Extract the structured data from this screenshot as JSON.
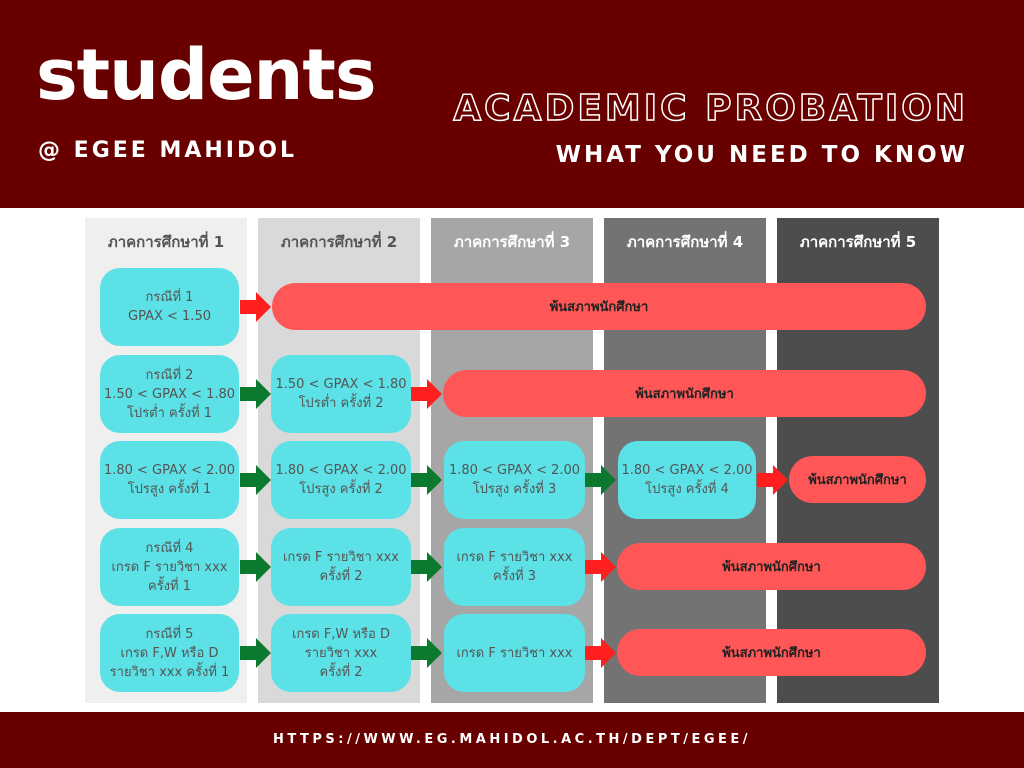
{
  "header": {
    "brand": "students",
    "subtitle": "@ EGEE MAHIDOL",
    "title": "ACADEMIC PROBATION",
    "tagline": "WHAT YOU NEED TO KNOW"
  },
  "columns": [
    "ภาคการศึกษาที่ 1",
    "ภาคการศึกษาที่ 2",
    "ภาคการศึกษาที่ 3",
    "ภาคการศึกษาที่ 4",
    "ภาคการศึกษาที่ 5"
  ],
  "rows": [
    {
      "boxes": [
        [
          "กรณีที่ 1",
          "GPAX < 1.50"
        ]
      ],
      "result": "พ้นสภาพนักศึกษา"
    },
    {
      "boxes": [
        [
          "กรณีที่ 2",
          "1.50 < GPAX < 1.80",
          "โปรต่ำ ครั้งที่ 1"
        ],
        [
          "1.50 < GPAX < 1.80",
          "โปรต่ำ ครั้งที่ 2"
        ]
      ],
      "result": "พ้นสภาพนักศึกษา"
    },
    {
      "boxes": [
        [
          "1.80 < GPAX < 2.00",
          "โปรสูง ครั้งที่ 1"
        ],
        [
          "1.80 < GPAX < 2.00",
          "โปรสูง ครั้งที่ 2"
        ],
        [
          "1.80 < GPAX < 2.00",
          "โปรสูง ครั้งที่ 3"
        ],
        [
          "1.80 < GPAX < 2.00",
          "โปรสูง ครั้งที่ 4"
        ]
      ],
      "result": "พ้นสภาพนักศึกษา"
    },
    {
      "boxes": [
        [
          "กรณีที่ 4",
          "เกรด F รายวิชา xxx",
          "ครั้งที่ 1"
        ],
        [
          "เกรด F รายวิชา xxx",
          "ครั้งที่ 2"
        ],
        [
          "เกรด F รายวิชา xxx",
          "ครั้งที่ 3"
        ]
      ],
      "result": "พ้นสภาพนักศึกษา"
    },
    {
      "boxes": [
        [
          "กรณีที่ 5",
          "เกรด F,W หรือ D",
          "รายวิชา xxx ครั้งที่ 1"
        ],
        [
          "เกรด F,W หรือ D",
          "รายวิชา xxx",
          "ครั้งที่ 2"
        ],
        [
          "เกรด F รายวิชา xxx"
        ]
      ],
      "result": "พ้นสภาพนักศึกษา"
    }
  ],
  "footer": {
    "url": "HTTPS://WWW.EG.MAHIDOL.AC.TH/DEPT/EGEE/"
  },
  "colors": {
    "maroon": "#680000",
    "cyan": "#5ce1e6",
    "red": "#ff5757",
    "continue_arrow": "#0b7a2e",
    "fail_arrow": "#ff1f1f"
  }
}
